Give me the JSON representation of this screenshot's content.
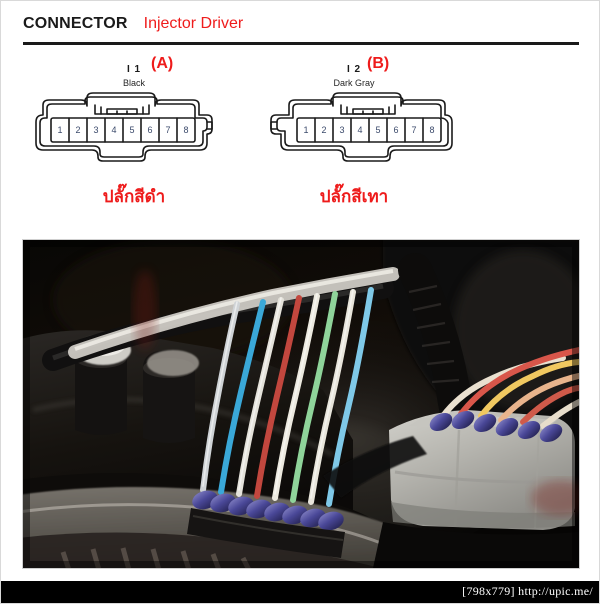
{
  "header": {
    "title": "CONNECTOR",
    "subtitle": "Injector Driver",
    "title_color": "#1a1a1a",
    "subtitle_color": "#ef1c1c"
  },
  "connectors": [
    {
      "code": "I 1",
      "color_name": "Black",
      "letter": "(A)",
      "thai_label": "ปลั๊กสีดำ",
      "pins": [
        "1",
        "2",
        "3",
        "4",
        "5",
        "6",
        "7",
        "8"
      ],
      "pin_count": 8,
      "label_color": "#ee1b1b"
    },
    {
      "code": "I 2",
      "color_name": "Dark Gray",
      "letter": "(B)",
      "thai_label": "ปลั๊กสีเทา",
      "pins": [
        "1",
        "2",
        "3",
        "4",
        "5",
        "6",
        "7",
        "8"
      ],
      "pin_count": 8,
      "label_color": "#ee1b1b"
    }
  ],
  "photo": {
    "alt": "Photograph of injector driver wiring harness connectors with colored wires",
    "wire_colors": [
      "#d8dce0",
      "#3aa8d8",
      "#c8443c",
      "#e8e4d8",
      "#8fd49a",
      "#7fc9e8",
      "#e8b48c",
      "#d85a4a",
      "#f0d060"
    ],
    "boot_color": "#5a58a8",
    "gray_connector_color": "#b9b8b2",
    "background_color": "#0a0806"
  },
  "watermark": {
    "dimensions": "[798x779]",
    "url": "http://upic.me/",
    "bar_color": "#000000",
    "text_color": "#ffffff"
  }
}
